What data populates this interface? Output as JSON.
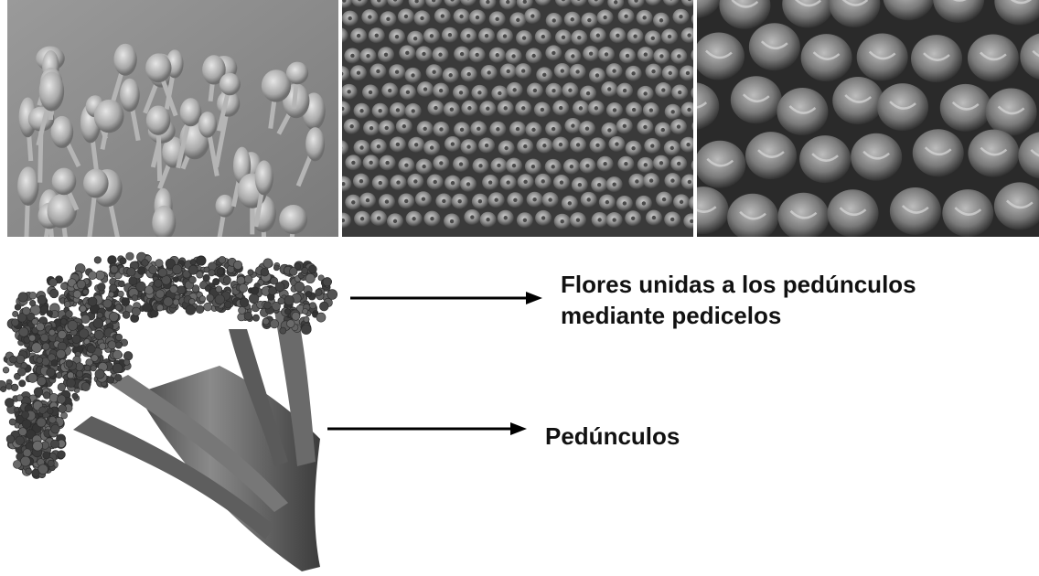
{
  "labels": {
    "flowers_line1": "Flores unidas a los pedúnculos",
    "flowers_line2": "mediante pedicelos",
    "peduncles": "Pedúnculos"
  },
  "colors": {
    "background": "#ffffff",
    "photo_gray_light": "#c8c8c8",
    "photo_gray_dark": "#555555",
    "broccoli_dark": "#3a3a3a",
    "arrow": "#000000",
    "text": "#111111"
  }
}
